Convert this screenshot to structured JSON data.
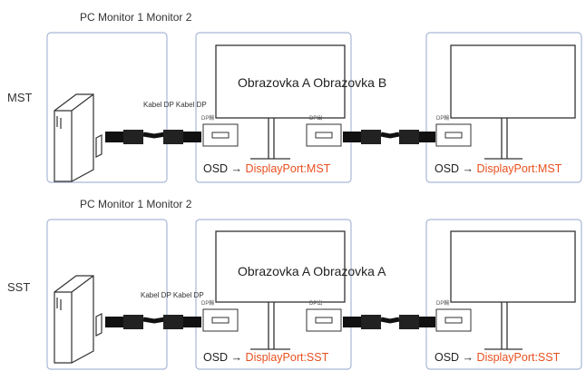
{
  "rows": [
    {
      "header": "PC Monitor 1 Monitor 2",
      "mode": "MST",
      "cable_label": "Kabel DP Kabel DP",
      "screen_text": "Obrazovka A Obrazovka B",
      "port_label": "DP輸",
      "port_label_out": "DP出",
      "osd_prefix": "OSD → ",
      "osd_value": "DisplayPort:MST"
    },
    {
      "header": "PC Monitor 1 Monitor 2",
      "mode": "SST",
      "cable_label": "Kabel DP Kabel DP",
      "screen_text": "Obrazovka A Obrazovka A",
      "port_label": "DP輸",
      "port_label_out": "DP出",
      "osd_prefix": "OSD → ",
      "osd_value": "DisplayPort:SST"
    }
  ],
  "colors": {
    "panel_border": "#a9b7d6",
    "accent": "#e8501f",
    "line": "#333333"
  }
}
